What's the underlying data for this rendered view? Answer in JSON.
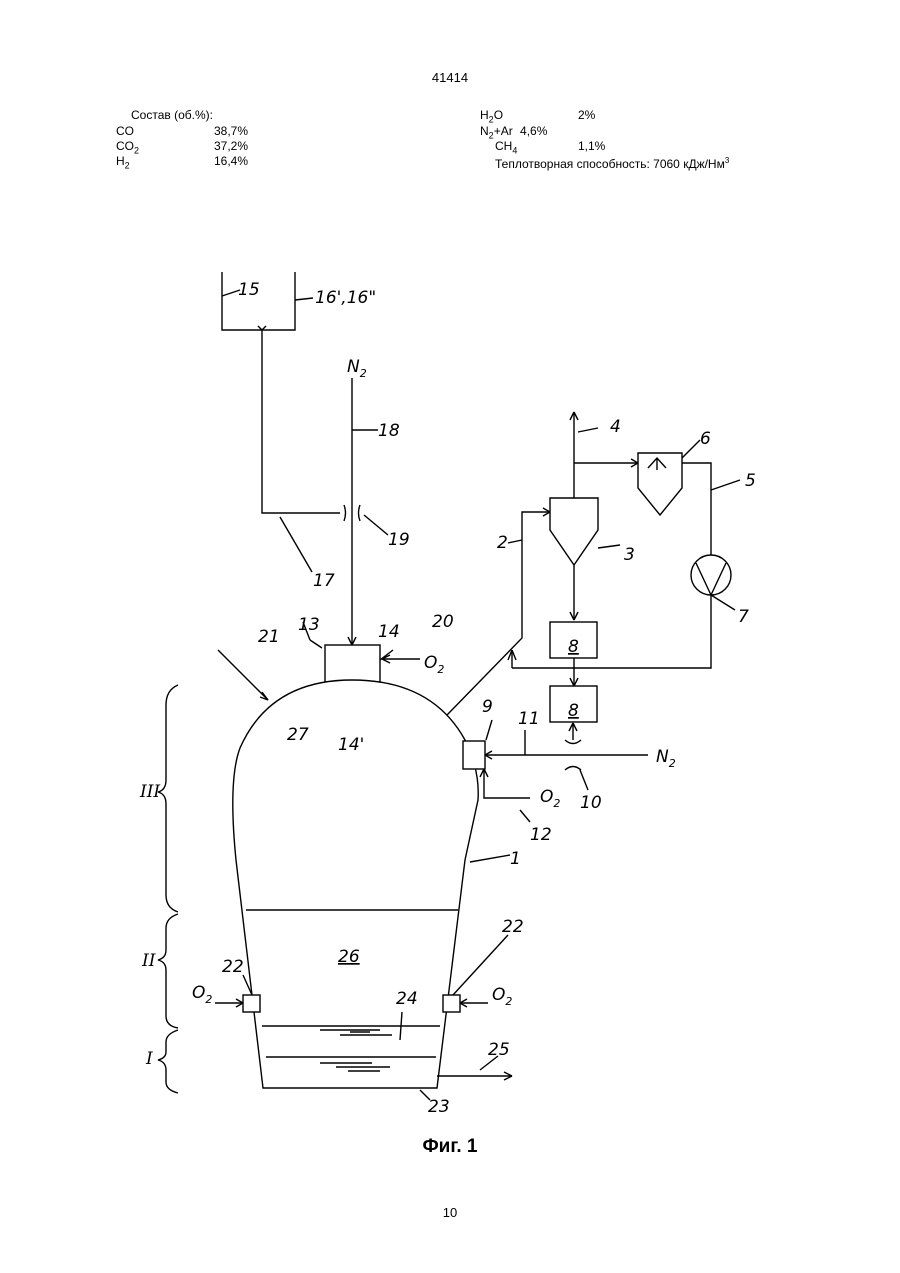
{
  "header": {
    "page_number": "41414"
  },
  "composition": {
    "title": "Состав (об.%):",
    "left_rows": [
      {
        "name": "CO",
        "sub": "",
        "value": "38,7%"
      },
      {
        "name": "CO",
        "sub": "2",
        "value": "37,2%"
      },
      {
        "name": "H",
        "sub": "2",
        "value": "16,4%"
      }
    ],
    "right_rows": [
      {
        "name": "H",
        "sub": "2",
        "tail": "O",
        "value": "2%"
      },
      {
        "name": "N",
        "sub": "2",
        "tail": "+Ar",
        "value": "4,6%"
      },
      {
        "name": "CH",
        "sub": "4",
        "tail": "",
        "value": "1,1%"
      }
    ],
    "heat_label": "Теплотворная способность: 7060 кДж/Нм",
    "heat_sup": "3"
  },
  "figure": {
    "caption": "Фиг. 1",
    "labels": {
      "l1": "1",
      "l2": "2",
      "l3": "3",
      "l4": "4",
      "l5": "5",
      "l6": "6",
      "l7": "7",
      "l8a": "8",
      "l8b": "8",
      "l9": "9",
      "l10": "10",
      "l11": "11",
      "l12": "12",
      "l13": "13",
      "l14": "14",
      "l14p": "14'",
      "l15": "15",
      "l16": "16',16\"",
      "l17": "17",
      "l18": "18",
      "l19": "19",
      "l20": "20",
      "l21": "21",
      "l22a": "22",
      "l22b": "22",
      "l23": "23",
      "l24": "24",
      "l25": "25",
      "l26": "26",
      "l27": "27",
      "n2_top": "N",
      "n2_right": "N",
      "sub2": "2",
      "o2_burner": "O",
      "o2_9": "O",
      "o2_left": "O",
      "o2_right": "O",
      "zone3": "III",
      "zone2": "II",
      "zone1": "I"
    }
  },
  "footer": {
    "page_number": "10"
  }
}
